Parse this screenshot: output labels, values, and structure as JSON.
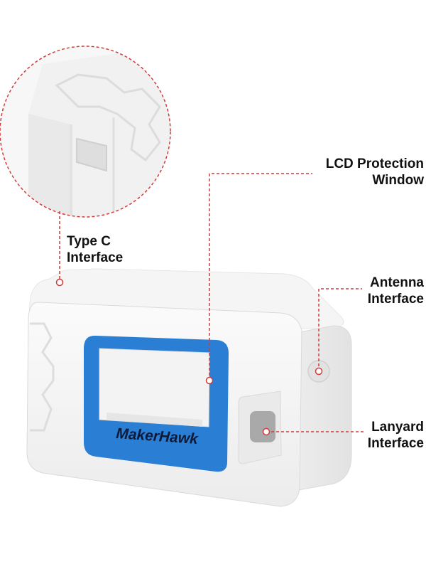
{
  "product": {
    "brand_text": "MakerHawk",
    "brand_color": "#0d1a3a",
    "body_color": "#f4f4f4",
    "frame_color": "#2a7fd4",
    "callout_color": "#d43a3a"
  },
  "callouts": {
    "lcd": {
      "line1": "LCD Protection",
      "line2": "Window"
    },
    "type_c": {
      "line1": "Type C",
      "line2": "Interface"
    },
    "antenna": {
      "line1": "Antenna",
      "line2": "Interface"
    },
    "lanyard": {
      "line1": "Lanyard",
      "line2": "Interface"
    }
  }
}
